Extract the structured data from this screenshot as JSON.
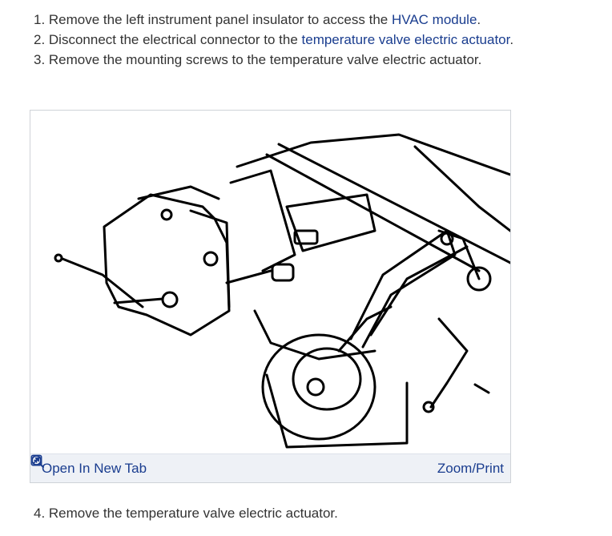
{
  "steps": [
    {
      "prefix": "1. Remove the left instrument panel insulator to access the ",
      "link": "HVAC module",
      "suffix": "."
    },
    {
      "prefix": "2. Disconnect the electrical connector to the ",
      "link": "temperature valve electric actuator",
      "suffix": "."
    },
    {
      "prefix": "3. Remove the mounting screws to the temperature valve electric actuator.",
      "link": "",
      "suffix": ""
    }
  ],
  "figure": {
    "open_label": "Open In New Tab",
    "zoom_label": "Zoom/Print",
    "open_icon": "open-in-new-tab-icon",
    "zoom_icon": "zoom-in-icon"
  },
  "step4": {
    "text": "4. Remove the temperature valve electric actuator."
  },
  "colors": {
    "link": "#1a3d8f",
    "text": "#333333",
    "toolbar": "#eef1f6"
  }
}
